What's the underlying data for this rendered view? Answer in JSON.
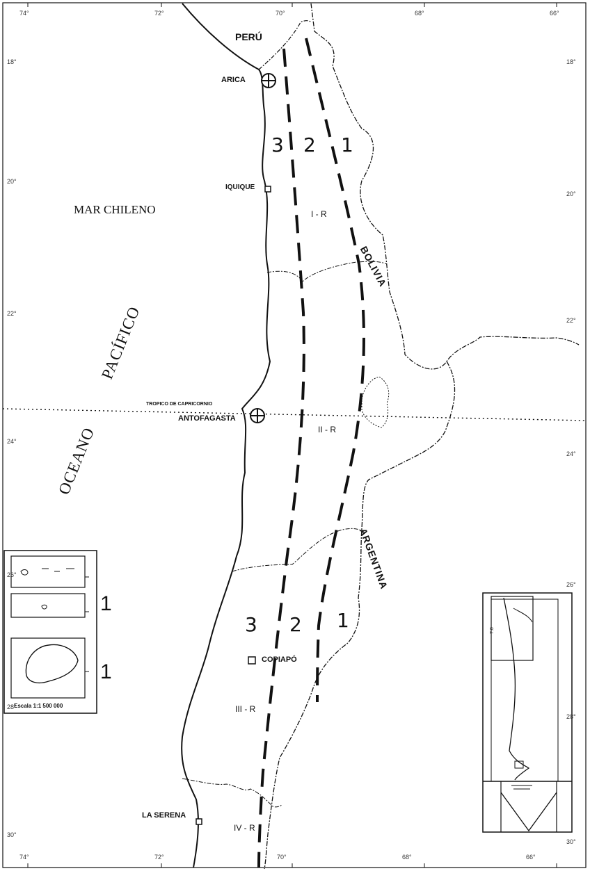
{
  "map": {
    "countries": {
      "peru": "PERÚ",
      "bolivia": "BOLIVIA",
      "argentina": "ARGENTINA"
    },
    "sea": {
      "mar_chileno": "MAR CHILENO",
      "pacifico": "PACÍFICO",
      "oceano": "OCEANO"
    },
    "cities": {
      "arica": "ARICA",
      "iquique": "IQUIQUE",
      "antofagasta": "ANTOFAGASTA",
      "copiapo": "COPIAPÓ",
      "la_serena": "LA SERENA"
    },
    "regions": {
      "r1": "I - R",
      "r2": "II - R",
      "r3": "III - R",
      "r4": "IV - R"
    },
    "zones_north": [
      "3",
      "2",
      "1"
    ],
    "zones_south": [
      "3",
      "2",
      "1"
    ],
    "tropic_label": "TROPICO DE CAPRICORNIO",
    "graticule": {
      "top": [
        "74°",
        "72°",
        "70°",
        "68°",
        "66°"
      ],
      "bottom": [
        "74°",
        "72°",
        "70°",
        "68°",
        "66°"
      ],
      "left": [
        "18°",
        "20°",
        "22°",
        "24°",
        "26°",
        "28°",
        "30°"
      ],
      "right": [
        "18°",
        "20°",
        "22°",
        "24°",
        "26°",
        "28°",
        "30°"
      ]
    },
    "inset_left": {
      "scale": "Escala 1:1 500 000",
      "bracket_1": "1",
      "bracket_2": "1"
    },
    "inset_right": {
      "label": "7.0"
    },
    "colors": {
      "ink": "#111111",
      "paper": "#ffffff"
    }
  }
}
